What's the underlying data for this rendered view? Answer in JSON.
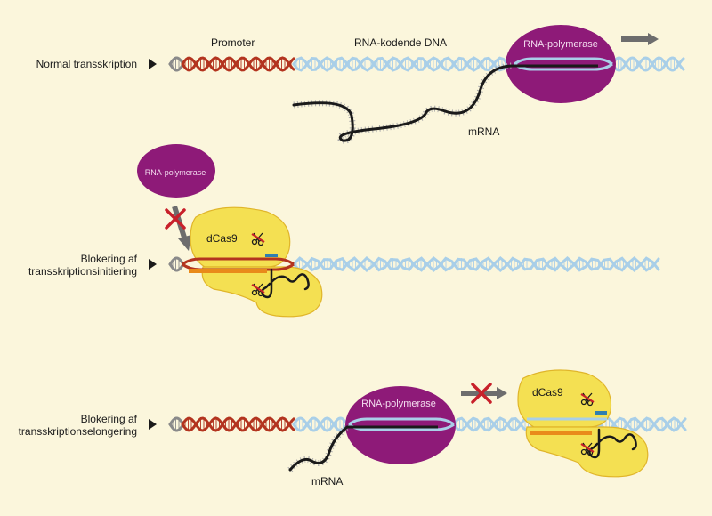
{
  "rows": {
    "normal": {
      "label": "Normal transskription"
    },
    "init": {
      "label_line1": "Blokering af",
      "label_line2": "transskriptionsinitiering"
    },
    "elong": {
      "label_line1": "Blokering af",
      "label_line2": "transskriptionselongering"
    }
  },
  "labels": {
    "promoter": "Promoter",
    "coding_dna": "RNA-kodende DNA",
    "rna_polymerase": "RNA-polymerase",
    "mrna": "mRNA",
    "dcas9": "dCas9"
  },
  "colors": {
    "background": "#fbf6dc",
    "promoter_dna": "#b3341f",
    "coding_dna": "#a9cfe8",
    "dna_ends": "#8a8a8a",
    "polymerase": "#8e1a78",
    "dcas9": "#f4e052",
    "dcas9_outline": "#e0b52a",
    "guide_rna": "#e98a1a",
    "arrow": "#6d6d6d",
    "block_x": "#c8202a",
    "pam": "#2f7fb0"
  },
  "icons": [
    "scissors-icon",
    "block-x-icon",
    "direction-arrow-icon"
  ]
}
